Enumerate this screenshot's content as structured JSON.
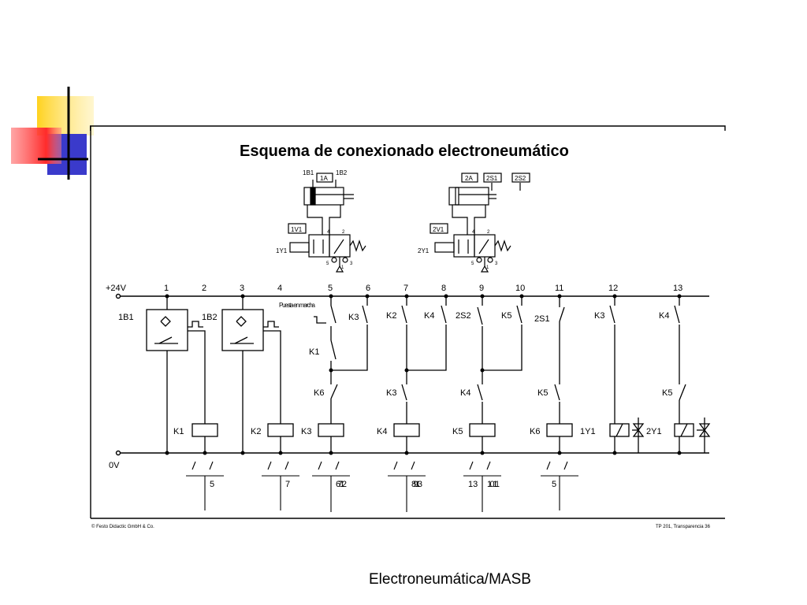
{
  "slide": {
    "footer": "Electroneumática/MASB"
  },
  "diagram": {
    "title": "Esquema de conexionado electroneumático",
    "copyright": "© Festo Didactic GmbH & Co.",
    "reference": "TP 201, Transparencia 36",
    "pneumatic": {
      "cyl1": {
        "name": "1A",
        "s1": "1B1",
        "s2": "1B2"
      },
      "cyl2": {
        "name": "2A",
        "s1": "2S1",
        "s2": "2S2"
      },
      "valve1": {
        "name": "1V1",
        "coil": "1Y1"
      },
      "valve2": {
        "name": "2V1",
        "coil": "2Y1"
      },
      "port_top_a": "4",
      "port_top_b": "2",
      "port_bot_a": "5",
      "port_bot_mid": "1",
      "port_bot_b": "3"
    },
    "rails": {
      "plus": "+24V",
      "zero": "0V"
    },
    "paths": [
      "1",
      "2",
      "3",
      "4",
      "5",
      "6",
      "7",
      "8",
      "9",
      "10",
      "11",
      "12",
      "13"
    ],
    "contacts": {
      "s_1b1": "1B1",
      "s_1b2": "1B2",
      "start": "Puesta en marcha",
      "k1_5": "K1",
      "k6_5": "K6",
      "k3_6": "K3",
      "k2_7": "K2",
      "k3_7": "K3",
      "k4_8": "K4",
      "s_2s2": "2S2",
      "k4_9": "K4",
      "k5_10": "K5",
      "s_2s1": "2S1",
      "k5_11": "K5",
      "k3_12": "K3",
      "k4_13": "K4",
      "k5_13": "K5"
    },
    "coils": {
      "c2": "K1",
      "c4": "K2",
      "c5": "K3",
      "c7": "K4",
      "c9": "K5",
      "c11": "K6",
      "c12": "1Y1",
      "c13": "2Y1"
    },
    "xref": {
      "p2": "5",
      "p4": "7",
      "p5": "6 7 12",
      "p7": "8 9 13",
      "p9_left": "13",
      "p9_right": "10 11",
      "p11": "5"
    },
    "colors": {
      "deco_yellow": "#ffd21f",
      "deco_blue": "#3a3acb",
      "deco_red": "#ff3a3a",
      "line": "#000000"
    }
  }
}
